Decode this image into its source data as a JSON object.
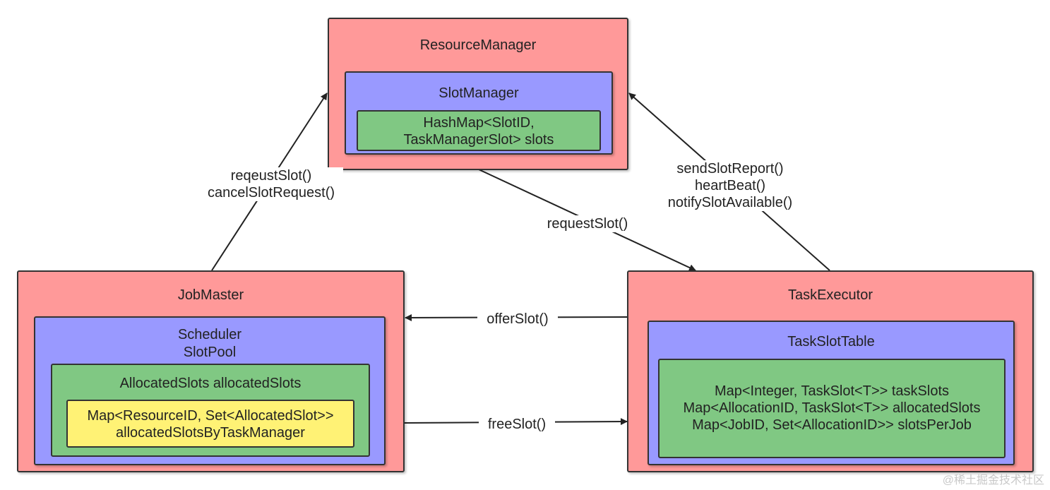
{
  "resource_manager": {
    "title": "ResourceManager",
    "slot_manager": {
      "title": "SlotManager",
      "content": "HashMap<SlotID,\nTaskManagerSlot> slots"
    }
  },
  "job_master": {
    "title": "JobMaster",
    "scheduler": {
      "title": "Scheduler\nSlotPool",
      "allocated_slots": {
        "title": "AllocatedSlots allocatedSlots",
        "content": "Map<ResourceID, Set<AllocatedSlot>>\nallocatedSlotsByTaskManager"
      }
    }
  },
  "task_executor": {
    "title": "TaskExecutor",
    "task_slot_table": {
      "title": "TaskSlotTable",
      "content": "Map<Integer, TaskSlot<T>> taskSlots\nMap<AllocationID, TaskSlot<T>> allocatedSlots\nMap<JobID, Set<AllocationID>> slotsPerJob"
    }
  },
  "edges": {
    "jm_to_rm": "reqeustSlot()\ncancelSlotRequest()",
    "rm_to_te": "requestSlot()",
    "te_to_rm": "sendSlotReport()\nheartBeat()\nnotifySlotAvailable()",
    "te_to_jm": "offerSlot()",
    "jm_to_te": "freeSlot()"
  },
  "watermark": "@稀土掘金技术社区"
}
